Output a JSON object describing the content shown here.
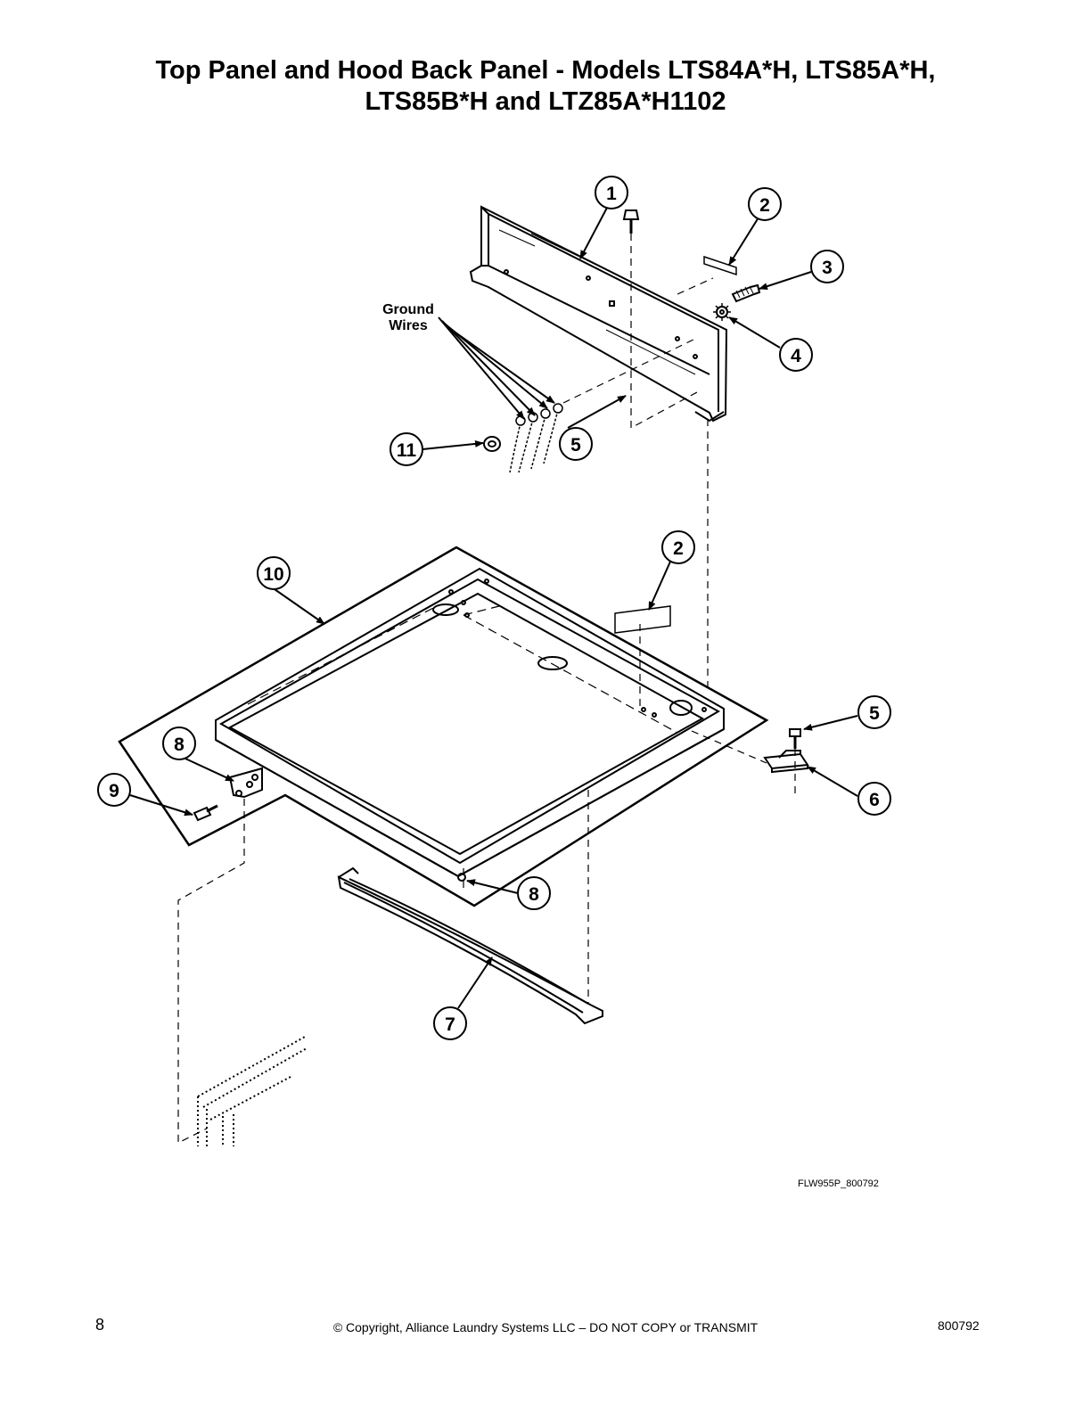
{
  "title": {
    "line1": "Top Panel and Hood Back Panel - Models LTS84A*H, LTS85A*H,",
    "line2": "LTS85B*H and LTZ85A*H1102"
  },
  "annotation": {
    "line1": "Ground",
    "line2": "Wires"
  },
  "callouts": [
    {
      "id": "1",
      "label": "1"
    },
    {
      "id": "2a",
      "label": "2"
    },
    {
      "id": "3",
      "label": "3"
    },
    {
      "id": "4",
      "label": "4"
    },
    {
      "id": "5a",
      "label": "5"
    },
    {
      "id": "11",
      "label": "11"
    },
    {
      "id": "2b",
      "label": "2"
    },
    {
      "id": "10",
      "label": "10"
    },
    {
      "id": "5b",
      "label": "5"
    },
    {
      "id": "8a",
      "label": "8"
    },
    {
      "id": "9",
      "label": "9"
    },
    {
      "id": "6",
      "label": "6"
    },
    {
      "id": "8b",
      "label": "8"
    },
    {
      "id": "7",
      "label": "7"
    }
  ],
  "figure_id": "FLW955P_800792",
  "footer": {
    "page_number": "8",
    "copyright": "© Copyright, Alliance Laundry Systems LLC – DO NOT COPY or TRANSMIT",
    "document_number": "800792"
  }
}
